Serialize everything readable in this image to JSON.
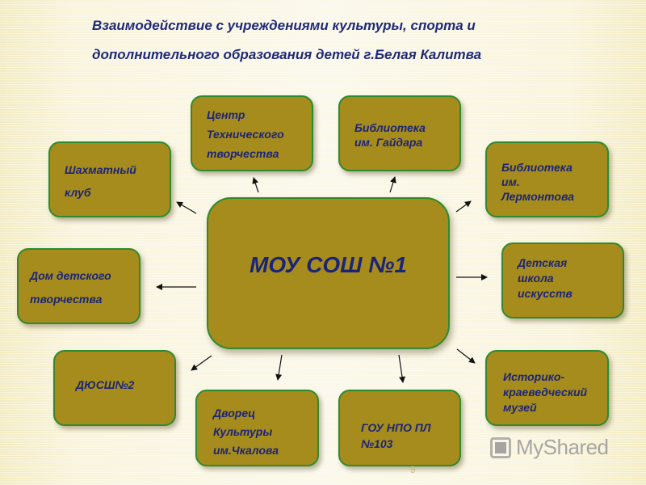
{
  "title": {
    "line1": "Взаимодействие с учреждениями культуры, спорта и",
    "line2": "дополнительного образования детей г.Белая Калитва"
  },
  "center": {
    "label": "МОУ СОШ №1"
  },
  "nodes": {
    "technical": [
      "Центр",
      "Технического",
      "творчества"
    ],
    "gaidar": [
      "Библиотека",
      "им. Гайдара"
    ],
    "chess": [
      "Шахматный",
      "клуб"
    ],
    "lermontov": [
      "Библиотека",
      "им.",
      "Лермонтова"
    ],
    "house": [
      "Дом детского",
      "творчества"
    ],
    "arts": [
      "Детская",
      "школа",
      "искусств"
    ],
    "dyussh": [
      "ДЮСШ№2"
    ],
    "museum": [
      "Историко-",
      "краеведческий",
      "музей"
    ],
    "palace": [
      "Дворец",
      "Культуры",
      "им.Чкалова"
    ],
    "gou": [
      "ГОУ НПО ПЛ",
      "№103"
    ]
  },
  "page_number": "9",
  "watermark": {
    "text": "MyShared",
    "icon": "myshared-logo-icon"
  },
  "colors": {
    "box": "#a68c1c",
    "border": "#2f8a2f",
    "text": "#1c2478"
  }
}
